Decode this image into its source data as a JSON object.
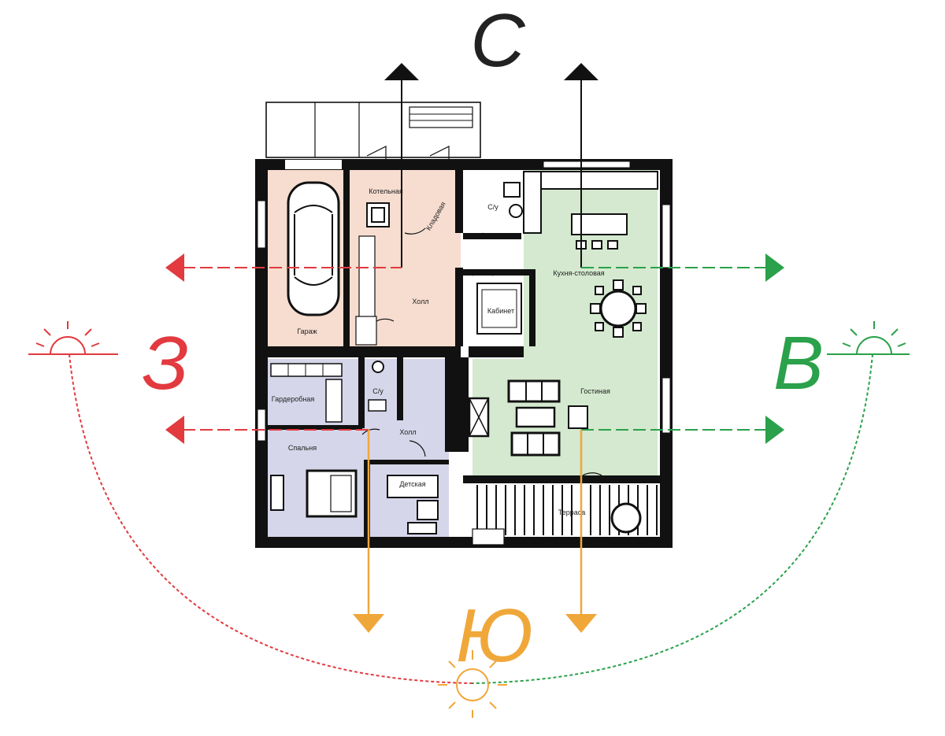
{
  "compass": {
    "north": "С",
    "south": "Ю",
    "west": "З",
    "east": "В"
  },
  "colors": {
    "west": "#e23a3f",
    "east": "#2aa14a",
    "south": "#f0a73a",
    "north": "#222222",
    "zone_west": "#f6ddd0",
    "zone_east": "#d4e9cf",
    "zone_bedrooms": "#d6d6ea"
  },
  "rooms": {
    "garage": "Гараж",
    "boiler": "Котельная",
    "storage": "Кладовая",
    "hall_top": "Холл",
    "bath_top": "С/у",
    "kitchen": "Кухня-столовая",
    "cabinet": "Кабинет",
    "dressing": "Гардеробная",
    "bath_bottom": "С/у",
    "hall_bottom": "Холл",
    "bedroom": "Спальня",
    "living": "Гостиная",
    "nursery": "Детская",
    "terrace": "Терраса"
  },
  "icons": {
    "sun_west": "sunset-icon",
    "sun_east": "sunrise-icon",
    "sun_south": "sun-icon"
  }
}
